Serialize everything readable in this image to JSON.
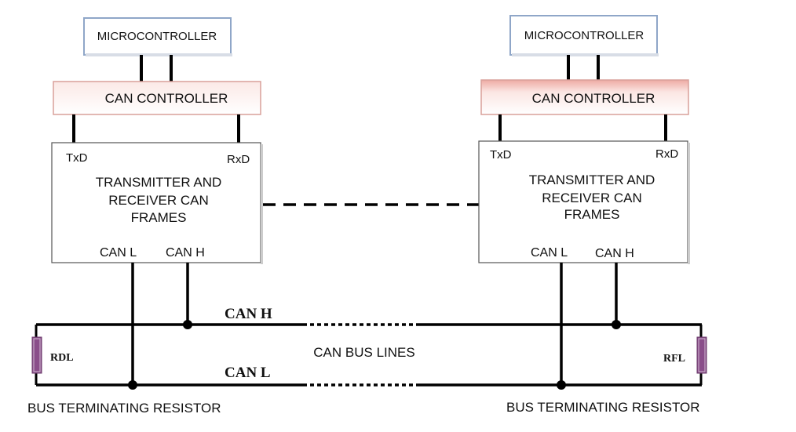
{
  "left_node": {
    "microcontroller": "MICROCONTROLLER",
    "can_controller": "CAN CONTROLLER",
    "txd": "TxD",
    "rxd": "RxD",
    "transceiver_line1": "TRANSMITTER AND",
    "transceiver_line2": "RECEIVER CAN",
    "transceiver_line3": "FRAMES",
    "can_l": "CAN L",
    "can_h": "CAN H",
    "resistor": "RDL",
    "terminating_label": "BUS TERMINATING RESISTOR"
  },
  "right_node": {
    "microcontroller": "MICROCONTROLLER",
    "can_controller": "CAN CONTROLLER",
    "txd": "TxD",
    "rxd": "RxD",
    "transceiver_line1": "TRANSMITTER AND",
    "transceiver_line2": "RECEIVER CAN",
    "transceiver_line3": "FRAMES",
    "can_l": "CAN L",
    "can_h": "CAN H",
    "resistor": "RFL",
    "terminating_label": "BUS TERMINATING RESISTOR"
  },
  "bus": {
    "can_h_label": "CAN H",
    "can_l_label": "CAN L",
    "center_label": "CAN BUS LINES"
  },
  "colors": {
    "microcontroller_border": "#8fa6c8",
    "can_controller_border": "#d9a09a",
    "can_controller_fill_right": "#f3c9c4",
    "resistor_fill": "#8a4e8a",
    "line": "#000000"
  }
}
